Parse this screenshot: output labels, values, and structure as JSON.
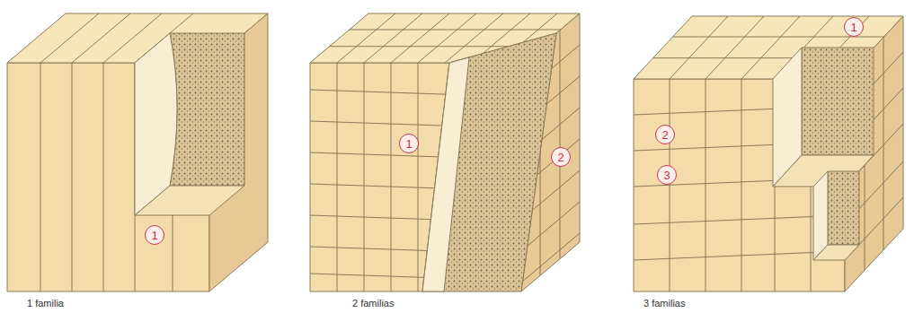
{
  "diagram": {
    "nodes": [
      {
        "text": [
          "1"
        ]
      },
      {
        "text": [
          "1"
        ]
      },
      {
        "text": [
          "2"
        ]
      },
      {
        "text": [
          "1"
        ]
      },
      {
        "text": [
          "2"
        ]
      },
      {
        "text": [
          "3"
        ]
      }
    ],
    "labels": [
      "1 familia",
      "2 familias",
      "3 familias"
    ]
  }
}
